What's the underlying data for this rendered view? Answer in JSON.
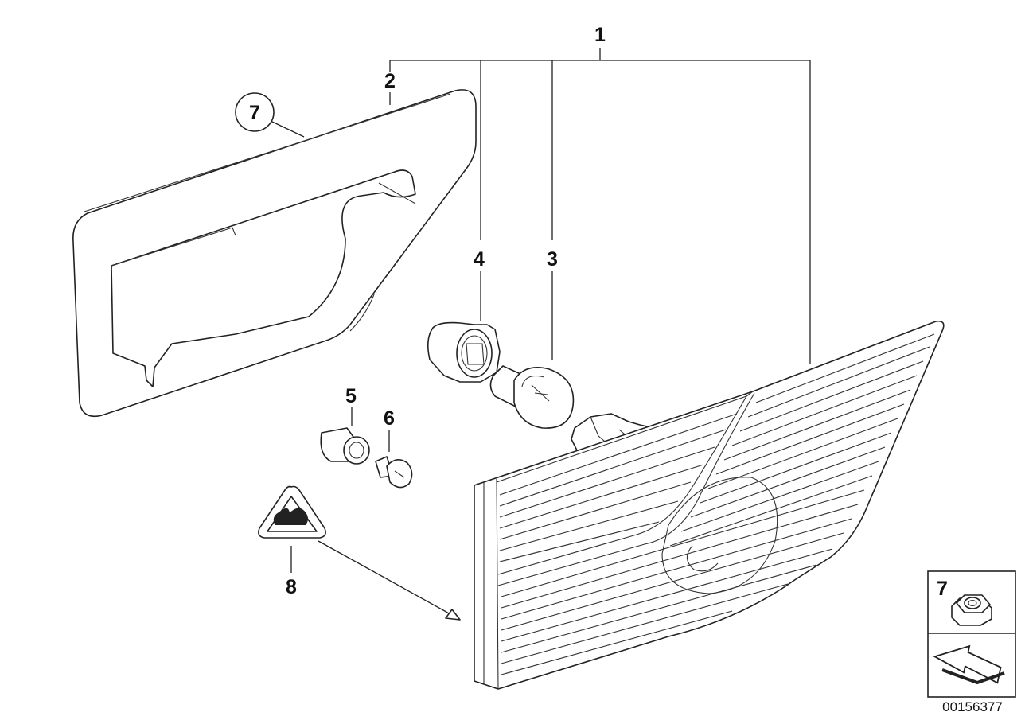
{
  "diagram": {
    "callouts": {
      "c1": "1",
      "c2": "2",
      "c3": "3",
      "c4": "4",
      "c5": "5",
      "c6": "6",
      "c7": "7",
      "c8": "8",
      "legend7": "7"
    },
    "catalog_number": "00156377"
  }
}
